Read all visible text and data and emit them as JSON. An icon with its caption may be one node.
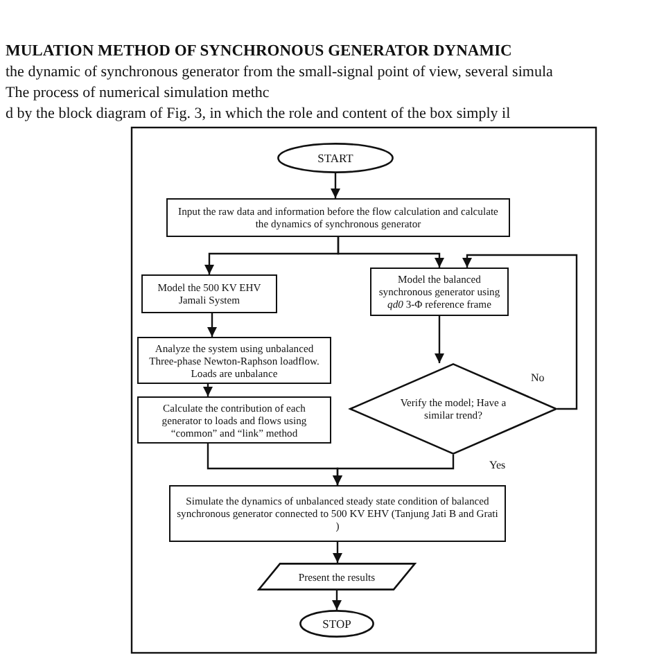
{
  "diagram": {
    "nodes": [
      {
        "text": [
          "START"
        ]
      },
      {
        "text": [
          "Input the raw data and information before the flow calculation and calculate the dynamics of synchronous generator"
        ]
      },
      {
        "text": [
          "Model the 500 KV EHV Jamali System"
        ]
      },
      {
        "text": [
          "Model the balanced synchronous generator using *qd0* 3-Φ reference frame"
        ]
      },
      {
        "text": [
          "Analyze the system using unbalanced Three-phase Newton-Raphson loadflow. Loads are unbalance"
        ]
      },
      {
        "text": [
          "Calculate the contribution of each generator to loads and flows using “common” and “link” method"
        ]
      },
      {
        "text": [
          "Verify the model; Have a similar trend?"
        ]
      },
      {
        "text": [
          "Simulate the dynamics of unbalanced steady state condition of balanced synchronous generator connected to 500 KV EHV (Tanjung Jati B and Grati )"
        ]
      },
      {
        "text": [
          "Present the results"
        ]
      },
      {
        "text": [
          "STOP"
        ]
      }
    ],
    "edges": [
      {
        "from": 0,
        "to": 1,
        "arrow": "to"
      },
      {
        "from": 1,
        "to": 2,
        "arrow": "to"
      },
      {
        "from": 1,
        "to": 3,
        "arrow": "to"
      },
      {
        "from": 2,
        "to": 4,
        "arrow": "to"
      },
      {
        "from": 4,
        "to": 5,
        "arrow": "to"
      },
      {
        "from": 3,
        "to": 6,
        "arrow": "to"
      },
      {
        "from": 6,
        "to": 3,
        "arrow": "to",
        "label": "No"
      },
      {
        "from": 6,
        "to": 7,
        "arrow": "to",
        "label": "Yes"
      },
      {
        "from": 5,
        "to": 7,
        "arrow": "to"
      },
      {
        "from": 7,
        "to": 8,
        "arrow": "to"
      },
      {
        "from": 8,
        "to": 9,
        "arrow": "to"
      }
    ],
    "labels": [
      "MULATION METHOD OF SYNCHRONOUS GENERATOR DYNAMIC",
      "the dynamic of synchronous generator from the small-signal point of view, several simula",
      "The process of numerical simulation methc",
      "d  by the block  diagram of Fig. 3,  in which  the role  and content  of the box  simply il"
    ]
  }
}
